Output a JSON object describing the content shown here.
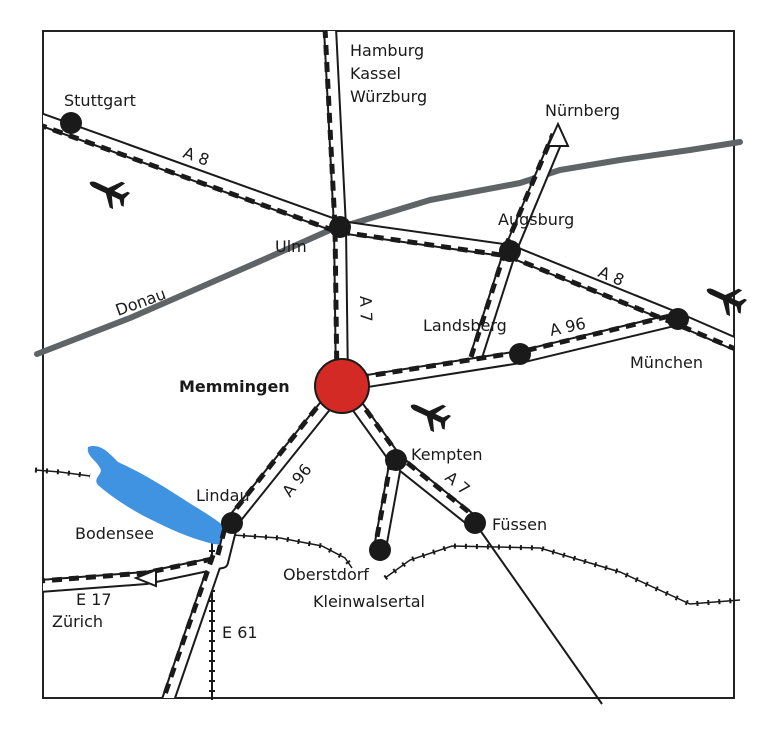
{
  "map": {
    "colors": {
      "frame": "#222222",
      "river": "#5f6467",
      "lake": "#3f93e0",
      "highlight_city": "#d42a25",
      "city_dot": "#1a1a1a",
      "road_fill": "#ffffff",
      "road_casing": "#1a1a1a"
    },
    "cities": {
      "stuttgart": "Stuttgart",
      "ulm": "Ulm",
      "augsburg": "Augsburg",
      "landsberg": "Landsberg",
      "muenchen": "München",
      "memmingen": "Memmingen",
      "kempten": "Kempten",
      "fuessen": "Füssen",
      "lindau": "Lindau",
      "oberstdorf": "Oberstdorf",
      "kleinwalsertal": "Kleinwalsertal",
      "nuernberg": "Nürnberg",
      "zuerich": "Zürich"
    },
    "north_destinations": [
      "Hamburg",
      "Kassel",
      "Würzburg"
    ],
    "water": {
      "river": "Donau",
      "lake": "Bodensee"
    },
    "roads": {
      "a8_west": "A 8",
      "a8_east": "A 8",
      "a7_north": "A 7",
      "a7_south": "A 7",
      "a96_east": "A 96",
      "a96_west": "A 96",
      "e17": "E 17",
      "e61": "E 61"
    },
    "icons": [
      "airplane-icon-stuttgart",
      "airplane-icon-muenchen",
      "airplane-icon-memmingen"
    ]
  }
}
